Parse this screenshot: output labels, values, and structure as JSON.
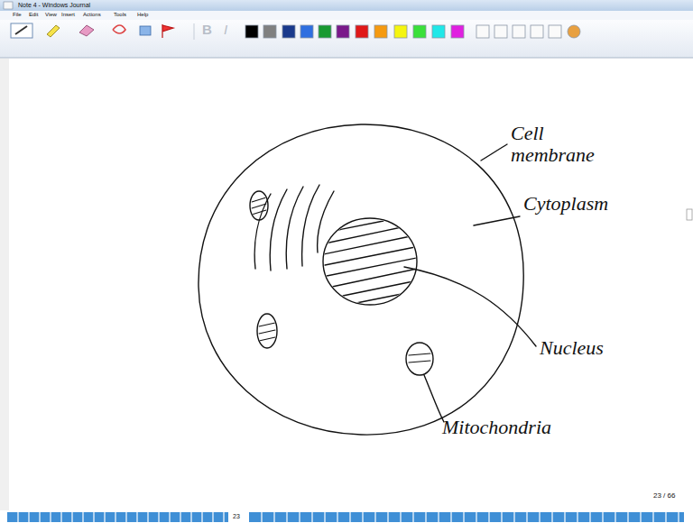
{
  "diagram": {
    "labels": [
      "Note 4 - Windows Journal",
      "File",
      "Edit",
      "View",
      "Insert",
      "Actions",
      "Tools",
      "Help",
      "B",
      "I",
      "Cell membrane",
      "Cytoplasm",
      "Nucleus",
      "Mitochondria",
      "23 / 66",
      "23"
    ]
  }
}
